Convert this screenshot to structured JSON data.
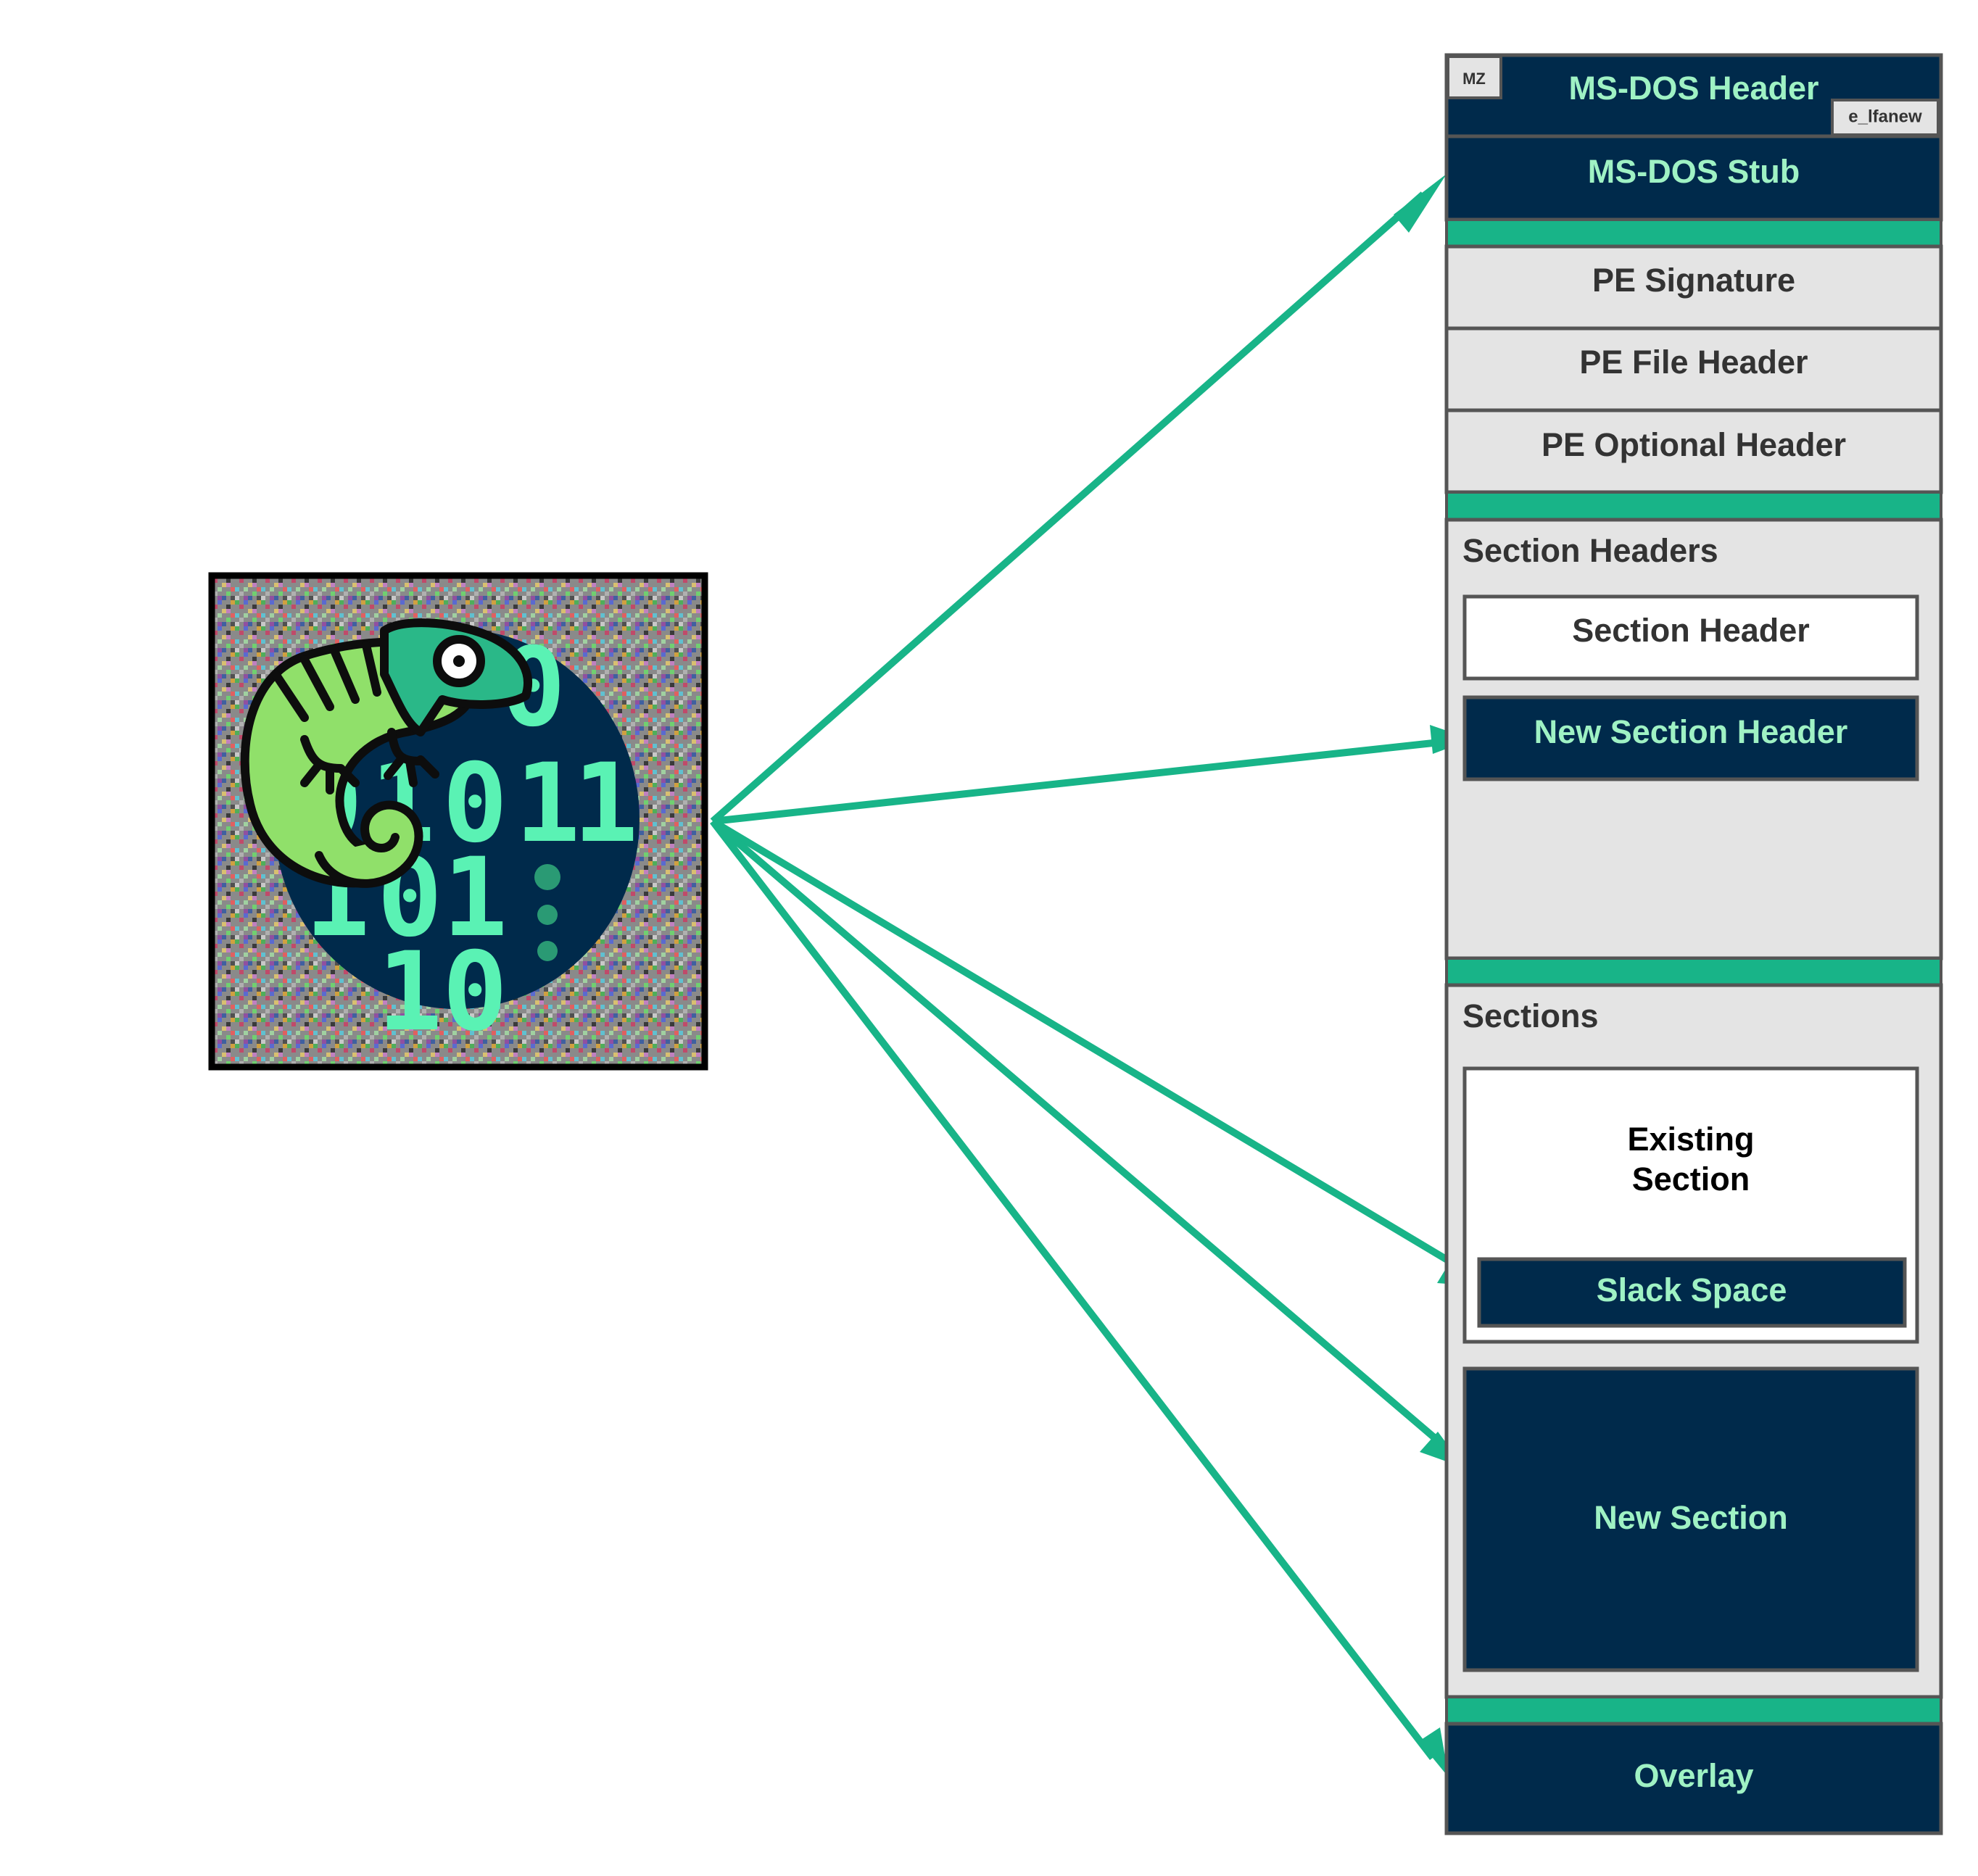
{
  "pe_layout": {
    "dos_header": {
      "label": "MS-DOS Header",
      "mz_tag": "MZ",
      "e_lfanew_tag": "e_lfanew"
    },
    "dos_stub": {
      "label": "MS-DOS Stub"
    },
    "pe_signature": {
      "label": "PE Signature"
    },
    "pe_file_header": {
      "label": "PE File Header"
    },
    "pe_optional_header": {
      "label": "PE Optional Header"
    },
    "section_headers": {
      "title": "Section Headers",
      "existing": "Section Header",
      "new": "New Section Header"
    },
    "sections": {
      "title": "Sections",
      "existing_line1": "Existing",
      "existing_line2": "Section",
      "slack": "Slack Space",
      "new": "New Section"
    },
    "overlay": {
      "label": "Overlay"
    }
  },
  "colors": {
    "navy": "#002a4b",
    "mint_text": "#9ff2c4",
    "teal": "#18b488",
    "light_gray": "#e4e4e4",
    "border_gray": "#555555"
  },
  "icon": {
    "name": "chameleon-binary-logo",
    "digits": [
      "0",
      "1",
      "0",
      "1",
      "1",
      "1",
      "0",
      "1",
      "1",
      "0"
    ]
  }
}
